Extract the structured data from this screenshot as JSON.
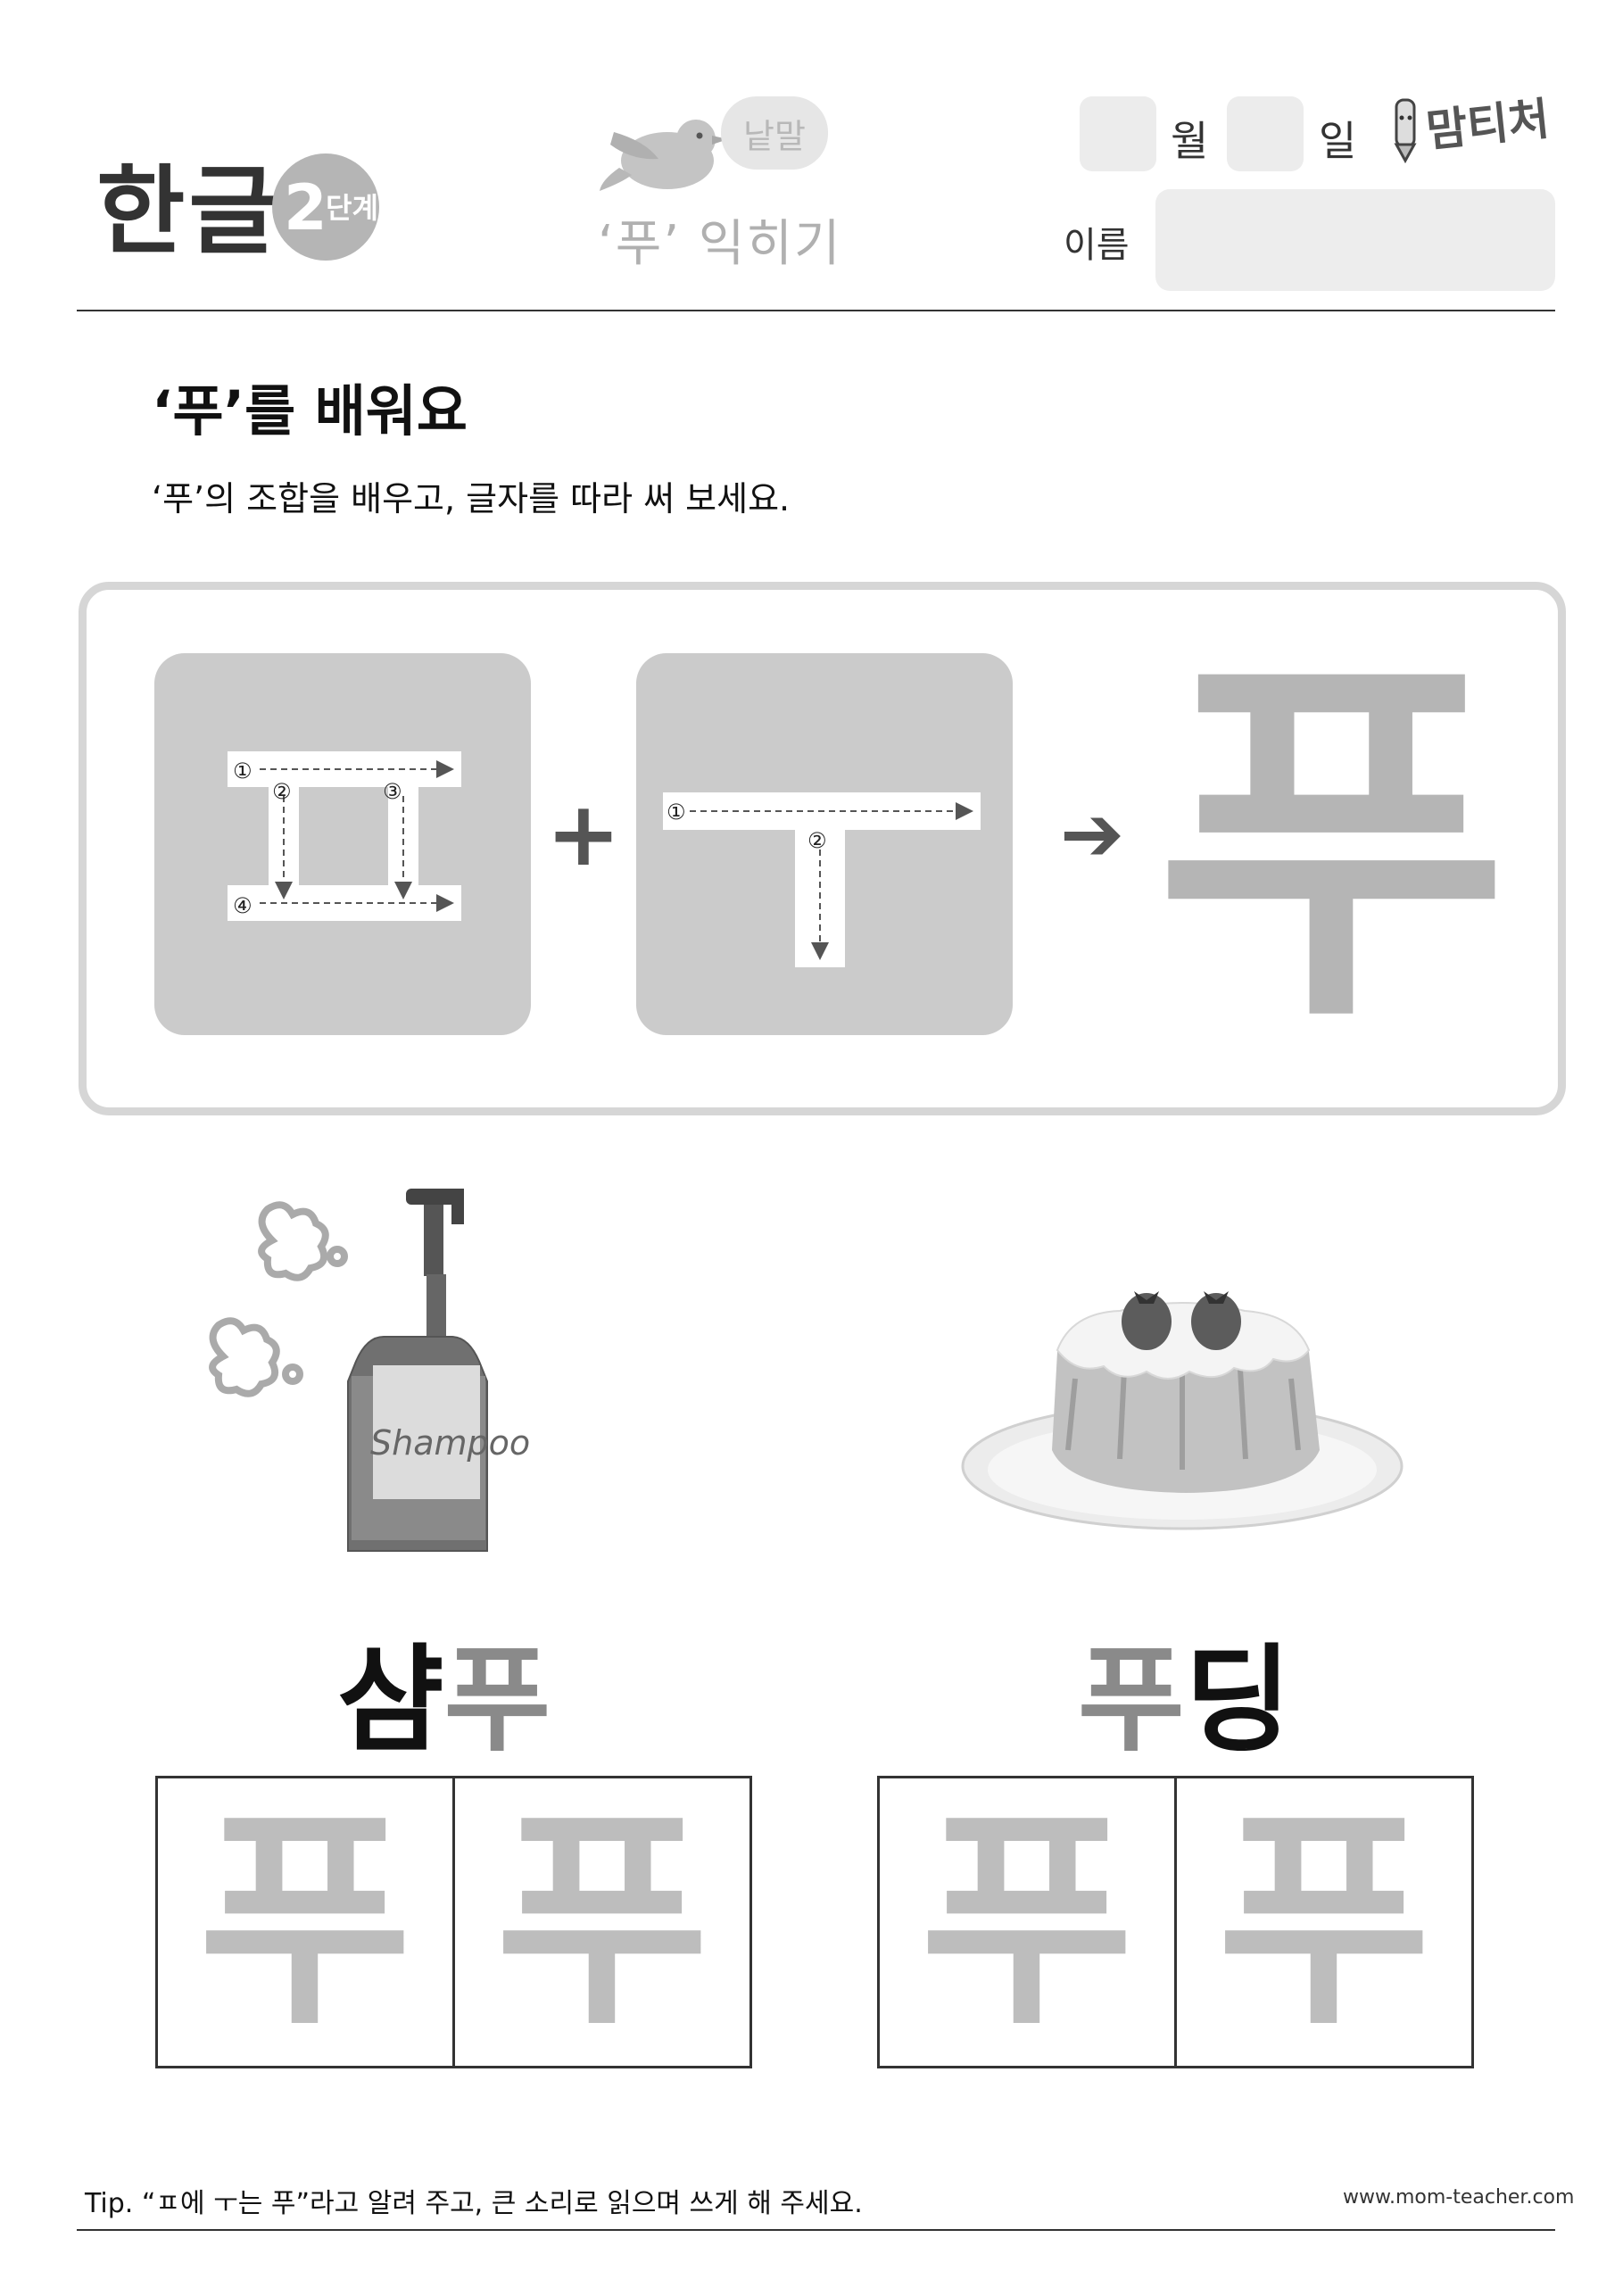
{
  "header": {
    "logo": "한글",
    "level_number": "2",
    "level_unit": "단계",
    "bubble_word": "낱말",
    "subtitle": "‘푸’ 익히기",
    "month_label": "월",
    "day_label": "일",
    "name_label": "이름",
    "brand": "맘티처"
  },
  "lesson": {
    "title": "‘푸’를 배워요",
    "instruction": "‘푸’의 조합을 배우고, 글자를 따라 써 보세요."
  },
  "combination": {
    "first_part": "ㅍ",
    "first_steps": [
      "①",
      "②",
      "③",
      "④"
    ],
    "plus": "+",
    "second_part": "ㅜ",
    "second_steps": [
      "①",
      "②"
    ],
    "arrow": "➔",
    "result": "푸"
  },
  "words": [
    {
      "picture": "shampoo-bottle",
      "picture_label": "Shampoo",
      "dark_part": "샴",
      "light_part": "푸",
      "dark_first": true,
      "trace": [
        "푸",
        "푸"
      ]
    },
    {
      "picture": "pudding-plate",
      "dark_part": "딩",
      "light_part": "푸",
      "dark_first": false,
      "trace": [
        "푸",
        "푸"
      ]
    }
  ],
  "footer": {
    "tip": "Tip. “ㅍ에 ㅜ는 푸”라고 알려 주고, 큰 소리로 읽으며 쓰게 해 주세요.",
    "website": "www.mom-teacher.com"
  }
}
